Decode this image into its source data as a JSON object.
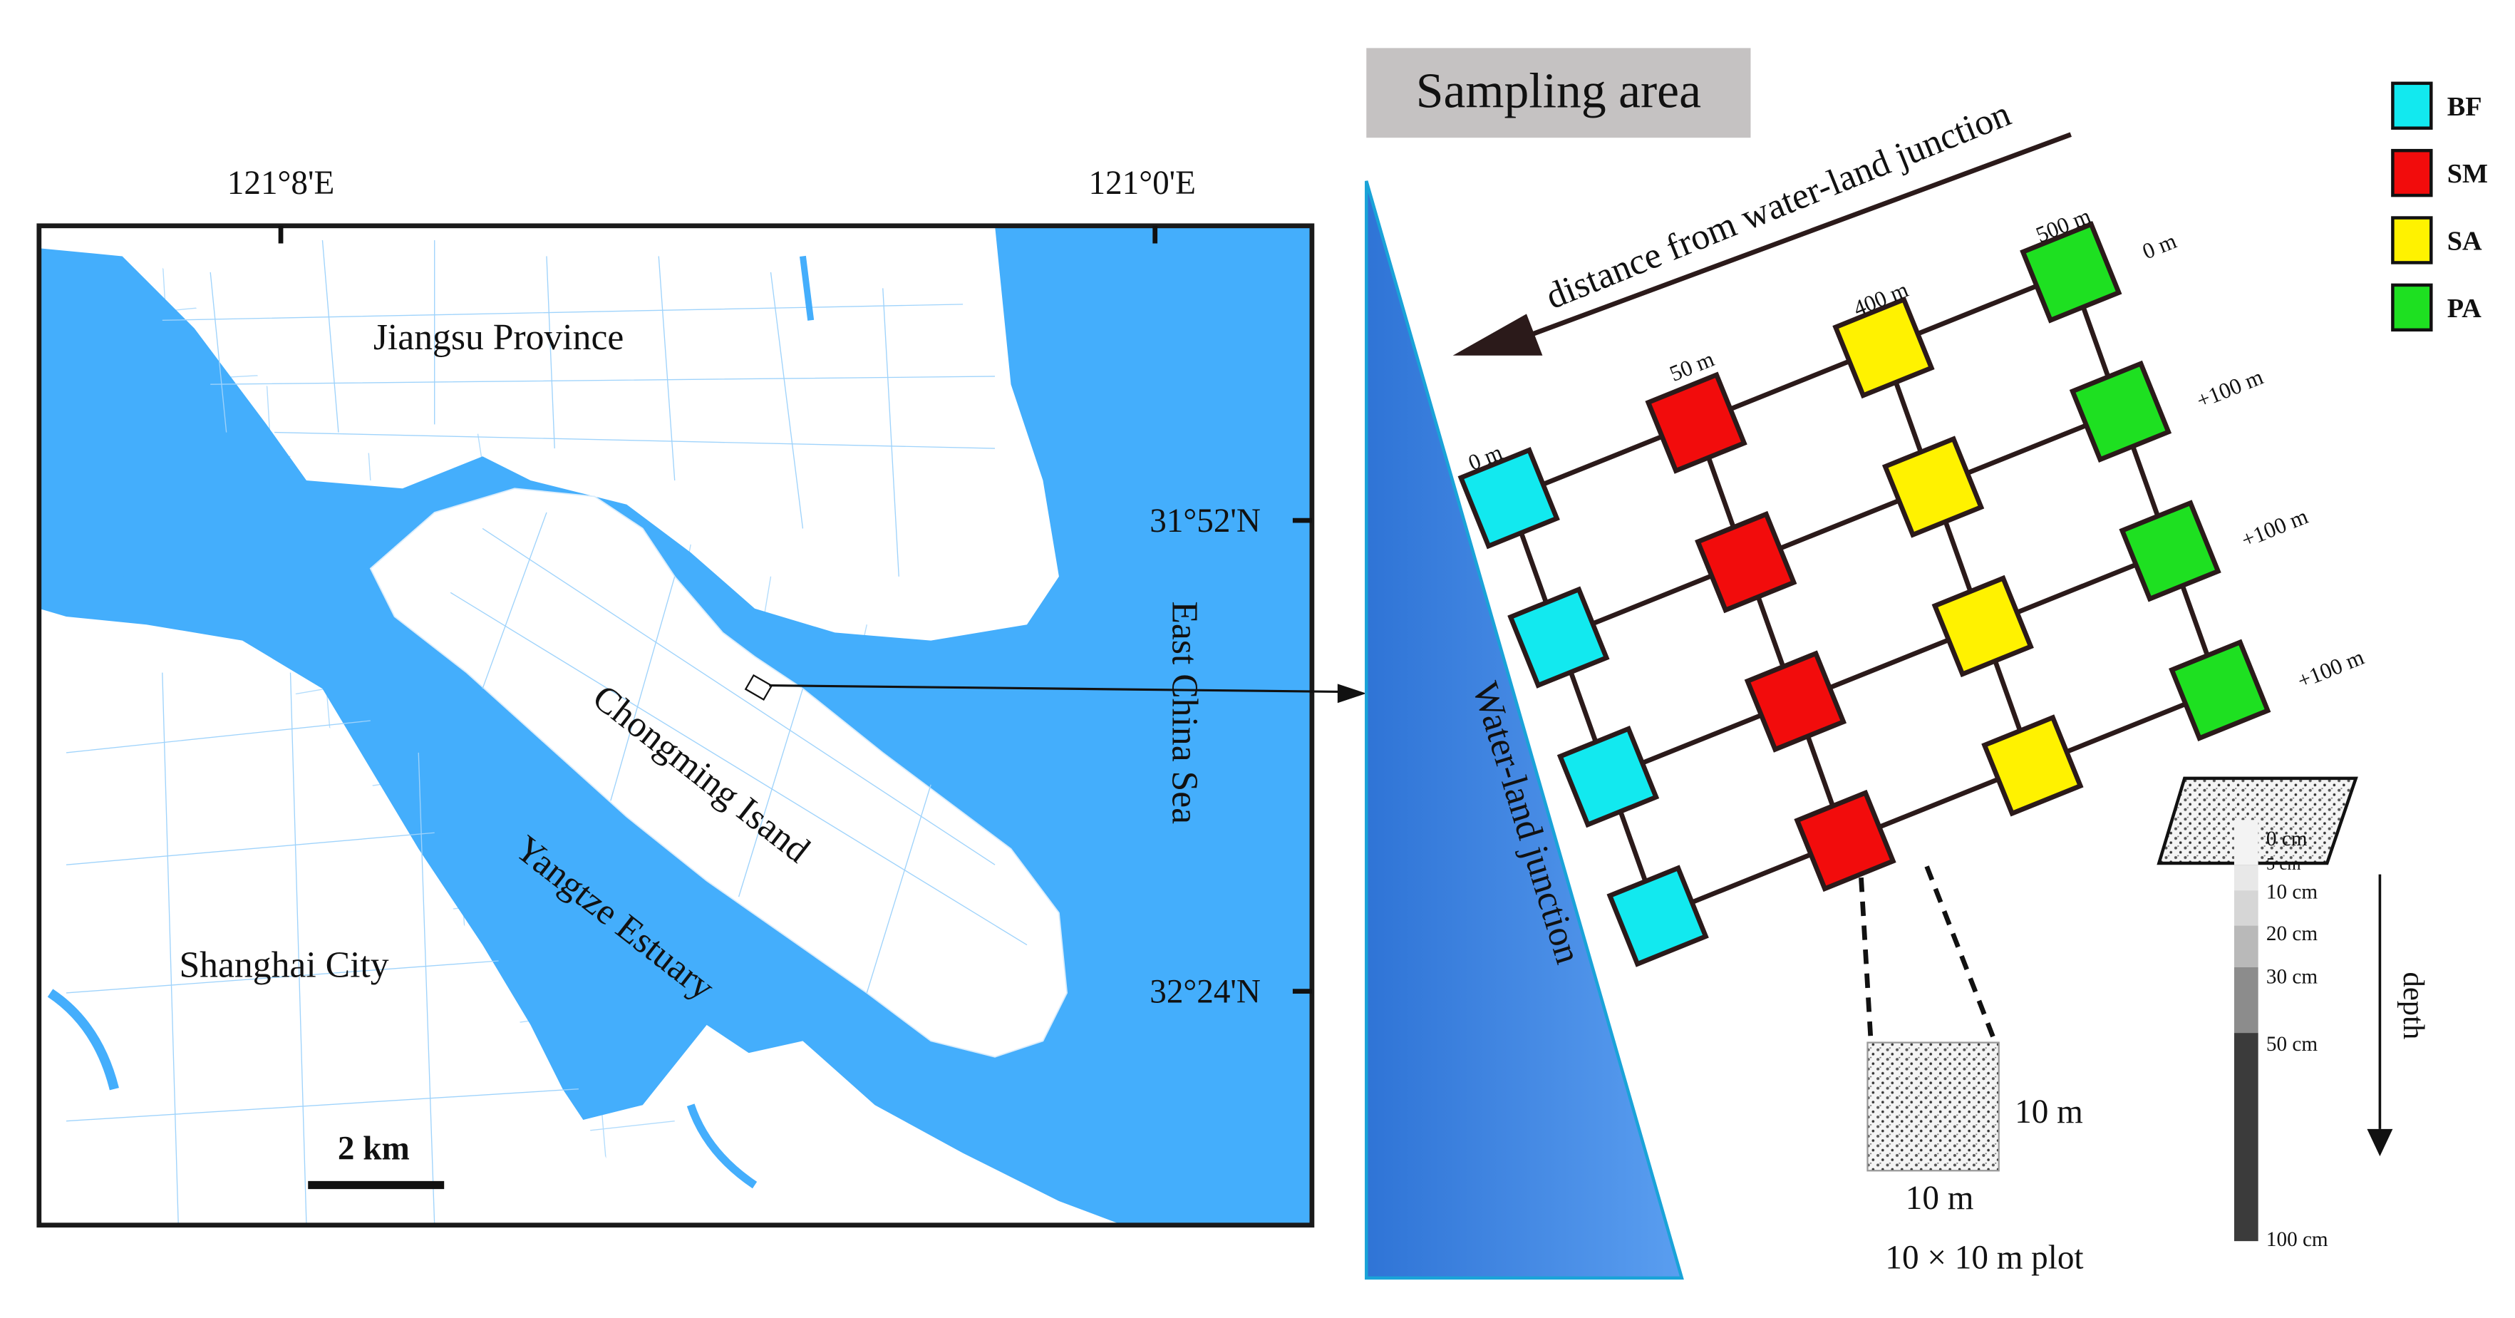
{
  "map": {
    "coord_top_left": "121°8'E",
    "coord_top_right": "121°0'E",
    "coord_right_upper": "31°52'N",
    "coord_right_lower": "32°24'N",
    "label_jiangsu": "Jiangsu Province",
    "label_shanghai": "Shanghai City",
    "label_chongming": "Chongming Isand",
    "label_yangtze": "Yangtze Estuary",
    "label_east_china_sea": "East China Sea",
    "scale_label": "2 km",
    "colors": {
      "water": "#44aefc",
      "land": "#ffffff",
      "frame": "#1a1a1a"
    }
  },
  "sampling": {
    "title": "Sampling area",
    "junction_label": "Water-land junction",
    "distance_label": "distance from water-land junction",
    "distances_top": [
      "0 m",
      "50 m",
      "400 m",
      "500 m"
    ],
    "corner_label": "0 m",
    "right_offsets": [
      "+100 m",
      "+100 m",
      "+100 m"
    ],
    "plot_side_right": "10 m",
    "plot_side_bottom": "10 m",
    "plot_caption": "10 × 10 m plot",
    "depth_title": "depth",
    "depth_ticks": [
      "0 cm",
      "5 cm",
      "10 cm",
      "20 cm",
      "30 cm",
      "50 cm",
      "100 cm"
    ]
  },
  "legend": [
    {
      "code": "BF",
      "color": "#12e9ef"
    },
    {
      "code": "SM",
      "color": "#f20c0c"
    },
    {
      "code": "SA",
      "color": "#fff200"
    },
    {
      "code": "PA",
      "color": "#1ee021"
    }
  ]
}
